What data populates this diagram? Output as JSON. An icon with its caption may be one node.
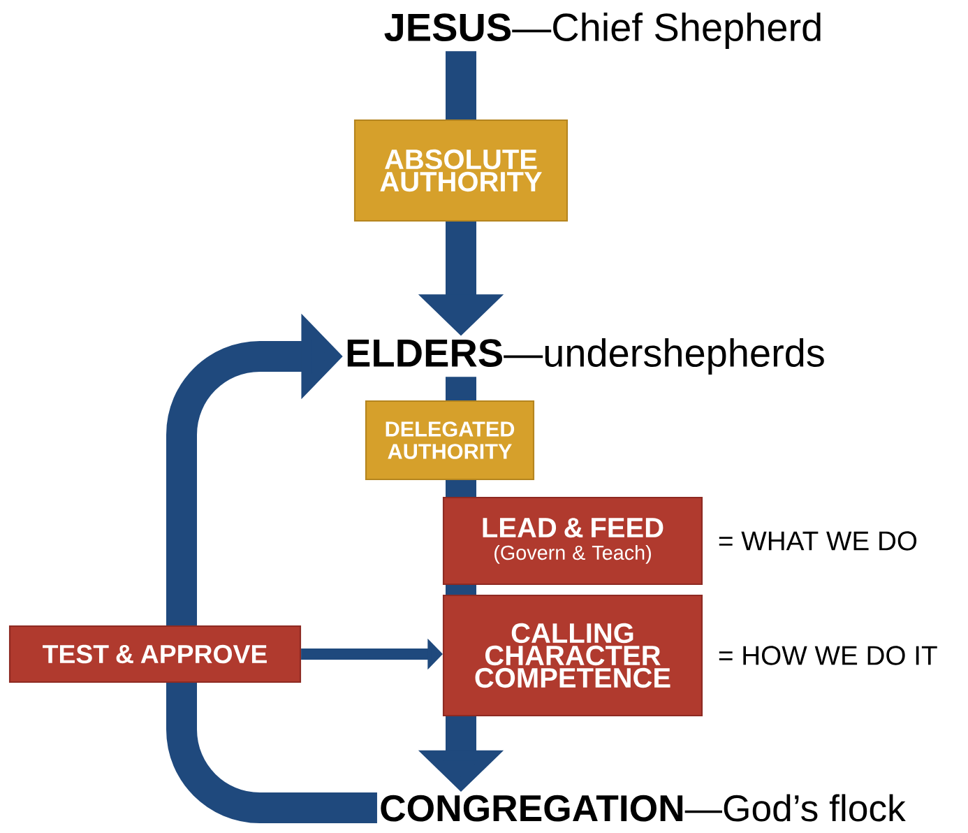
{
  "diagram": {
    "nodes": [
      {
        "text": [
          "**JESUS**—Chief Shepherd"
        ]
      },
      {
        "text": [
          "ABSOLUTE AUTHORITY"
        ]
      },
      {
        "text": [
          "**ELDERS**—undershepherds"
        ]
      },
      {
        "text": [
          "DELEGATED AUTHORITY"
        ]
      },
      {
        "text": [
          "LEAD & FEED",
          "(Govern & Teach)"
        ],
        "beside": [
          "= WHAT WE DO"
        ]
      },
      {
        "text": [
          "CALLING CHARACTER COMPETENCE"
        ],
        "beside": [
          "= HOW WE DO IT"
        ]
      },
      {
        "text": [
          "TEST & APPROVE"
        ]
      },
      {
        "text": [
          "**CONGREGATION**—God’s flock"
        ]
      }
    ],
    "edges": [
      {
        "from": 0,
        "to": 1,
        "arrow": "none"
      },
      {
        "from": 1,
        "to": 2,
        "arrow": "to"
      },
      {
        "from": 2,
        "to": 3,
        "arrow": "none"
      },
      {
        "from": 3,
        "to": 4,
        "arrow": "none"
      },
      {
        "from": 4,
        "to": 5,
        "arrow": "none"
      },
      {
        "from": 5,
        "to": 7,
        "arrow": "to"
      },
      {
        "from": 6,
        "to": 5,
        "arrow": "to"
      },
      {
        "from": 7,
        "to": 6,
        "arrow": "none"
      },
      {
        "from": 6,
        "to": 2,
        "arrow": "to"
      }
    ]
  }
}
